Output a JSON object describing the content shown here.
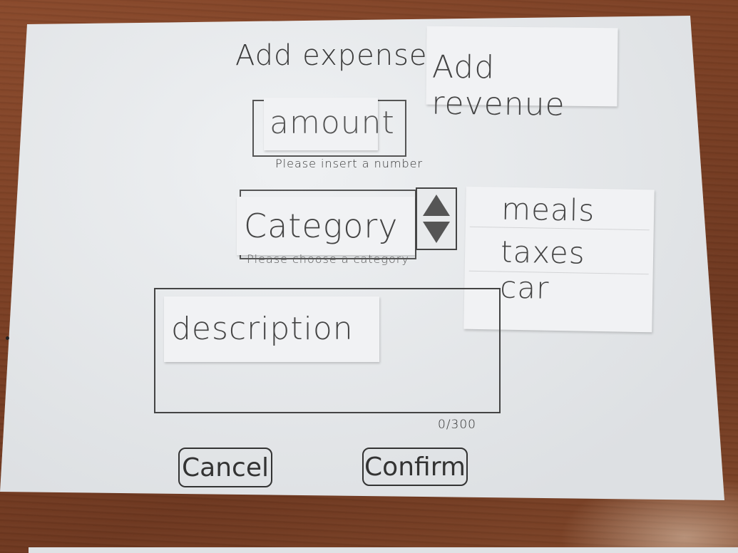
{
  "form": {
    "title": "Add expense",
    "revenue_tab": "Add revenue",
    "amount_placeholder": "amount",
    "amount_hint": "Please insert a number",
    "category_placeholder": "Category",
    "category_hint": "Please choose a category",
    "category_options": [
      "meals",
      "taxes",
      "car"
    ],
    "description_placeholder": "description",
    "description_counter": "0/300",
    "cancel_label": "Cancel",
    "confirm_label": "Confirm"
  },
  "colors": {
    "paper": "#e6e9ec",
    "table_wood": "#7a3f24",
    "ink": "#3a3a3a"
  }
}
